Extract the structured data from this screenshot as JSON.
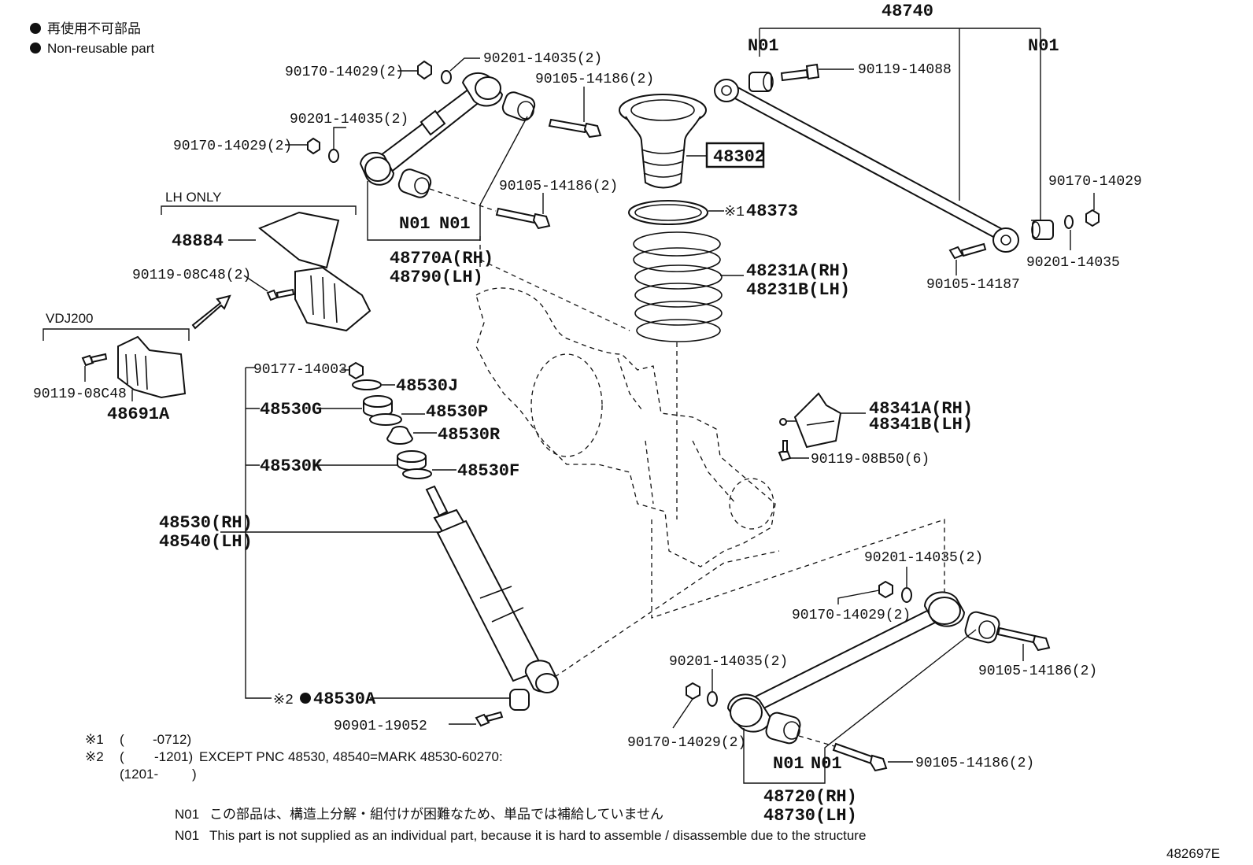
{
  "legend": {
    "jp": "再使用不可部品",
    "en": "Non-reusable part"
  },
  "labels": {
    "l48740": "48740",
    "n01_ul": "N01",
    "n01_ur": "N01",
    "l90119_14088": "90119-14088",
    "l90170_14029_r": "90170-14029",
    "l90201_14035_r": "90201-14035",
    "l90105_14187": "90105-14187",
    "l90201_a": "90201-14035(2)",
    "l90170_a": "90170-14029(2)",
    "l90105_a": "90105-14186(2)",
    "l90201_b": "90201-14035(2)",
    "l90170_b": "90170-14029(2)",
    "l90105_b": "90105-14186(2)",
    "n01_a": "N01",
    "n01_b": "N01",
    "l48770a": "48770A(RH)",
    "l48790": "48790(LH)",
    "l48302": "48302",
    "l48373": "48373",
    "l48231a": "48231A(RH)",
    "l48231b": "48231B(LH)",
    "lh_only": "LH ONLY",
    "l48884": "48884",
    "l90119_08c48_2": "90119-08C48(2)",
    "vdj200": "VDJ200",
    "l90119_08c48": "90119-08C48",
    "l48691a": "48691A",
    "l90177": "90177-14003",
    "l48530j": "48530J",
    "l48530g": "48530G",
    "l48530p": "48530P",
    "l48530r": "48530R",
    "l48530k": "48530K",
    "l48530f": "48530F",
    "l48530rh": "48530(RH)",
    "l48540lh": "48540(LH)",
    "l48530a": "48530A",
    "l90901": "90901-19052",
    "l48341a": "48341A(RH)",
    "l48341b": "48341B(LH)",
    "l90119_08b50": "90119-08B50(6)",
    "l90201_c": "90201-14035(2)",
    "l90170_c": "90170-14029(2)",
    "l90105_c": "90105-14186(2)",
    "l90201_d": "90201-14035(2)",
    "l90170_d": "90170-14029(2)",
    "l90105_d": "90105-14186(2)",
    "n01_c": "N01",
    "n01_d": "N01",
    "l48720": "48720(RH)",
    "l48730": "48730(LH)",
    "mark1": "※1",
    "mark2": "※2"
  },
  "footnotes": {
    "f1_mark": "※1",
    "f1_open": "(",
    "f1_text": "-0712)",
    "f2_mark": "※2",
    "f2_open": "(",
    "f2_text": "-1201)",
    "f2_except": "EXCEPT PNC 48530, 48540=MARK 48530-60270:",
    "f3_text": "(1201-",
    "f3_close": ")"
  },
  "notes": {
    "n01_code_jp": "N01",
    "n01_jp": "この部品は、構造上分解・組付けが困難なため、単品では補給していません",
    "n01_code_en": "N01",
    "n01_en": "This part is not supplied as an individual part, because it is hard to assemble / disassemble due to the structure"
  },
  "figure_id": "482697E"
}
